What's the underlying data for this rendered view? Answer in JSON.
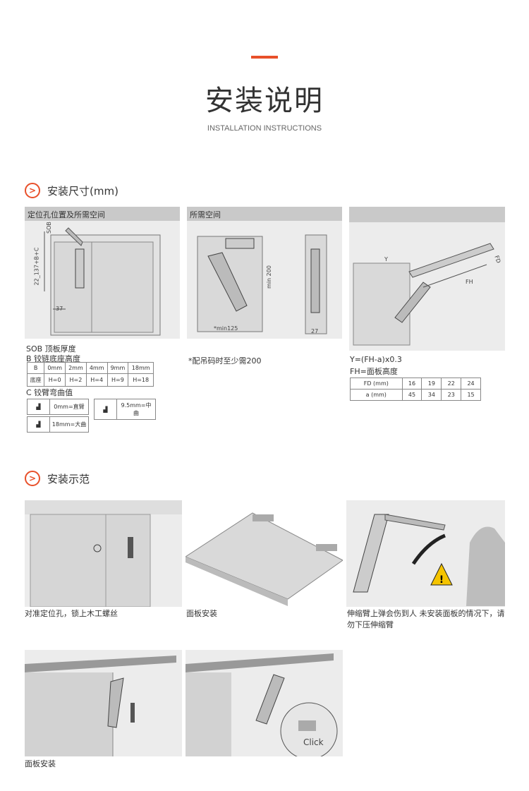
{
  "header": {
    "title": "安装说明",
    "subtitle": "INSTALLATION INSTRUCTIONS"
  },
  "section1": {
    "title": "安装尺寸(mm)",
    "panel1": {
      "header": "定位孔位置及所需空间",
      "labels": {
        "sob": "SOB",
        "formula": "22_137+B+C",
        "dim37": "37"
      }
    },
    "panel2": {
      "header": "所需空间",
      "labels": {
        "min200": "min 200",
        "min125": "*min125",
        "dim27": "27"
      },
      "note": "*配吊码时至少需200"
    },
    "panel3": {
      "labels": {
        "y": "Y",
        "fd": "FD",
        "fh": "FH"
      }
    },
    "sob_text": "SOB 顶板厚度",
    "b_text": "B 铰链底座高度",
    "b_table": {
      "rows": [
        [
          "B",
          "0mm",
          "2mm",
          "4mm",
          "9mm",
          "18mm"
        ],
        [
          "底座",
          "H=0",
          "H=2",
          "H=4",
          "H=9",
          "H=18"
        ]
      ]
    },
    "c_text": "C 铰臂弯曲值",
    "c_items": [
      "0mm=直臂",
      "9.5mm=中曲",
      "18mm=大曲"
    ],
    "formula1": "Y=(FH-a)x0.3",
    "formula2": "FH=面板高度",
    "fd_table": {
      "rows": [
        [
          "FD (mm)",
          "16",
          "19",
          "22",
          "24"
        ],
        [
          "a (mm)",
          "45",
          "34",
          "23",
          "15"
        ]
      ]
    }
  },
  "section2": {
    "title": "安装示范",
    "captions": [
      "对准定位孔，锁上木工螺丝",
      "面板安装",
      "伸缩臂上弹会伤到人  未安装面板的情况下，请勿下压伸缩臂",
      "面板安装"
    ],
    "click_label": "Click"
  },
  "colors": {
    "accent": "#e8502a"
  }
}
